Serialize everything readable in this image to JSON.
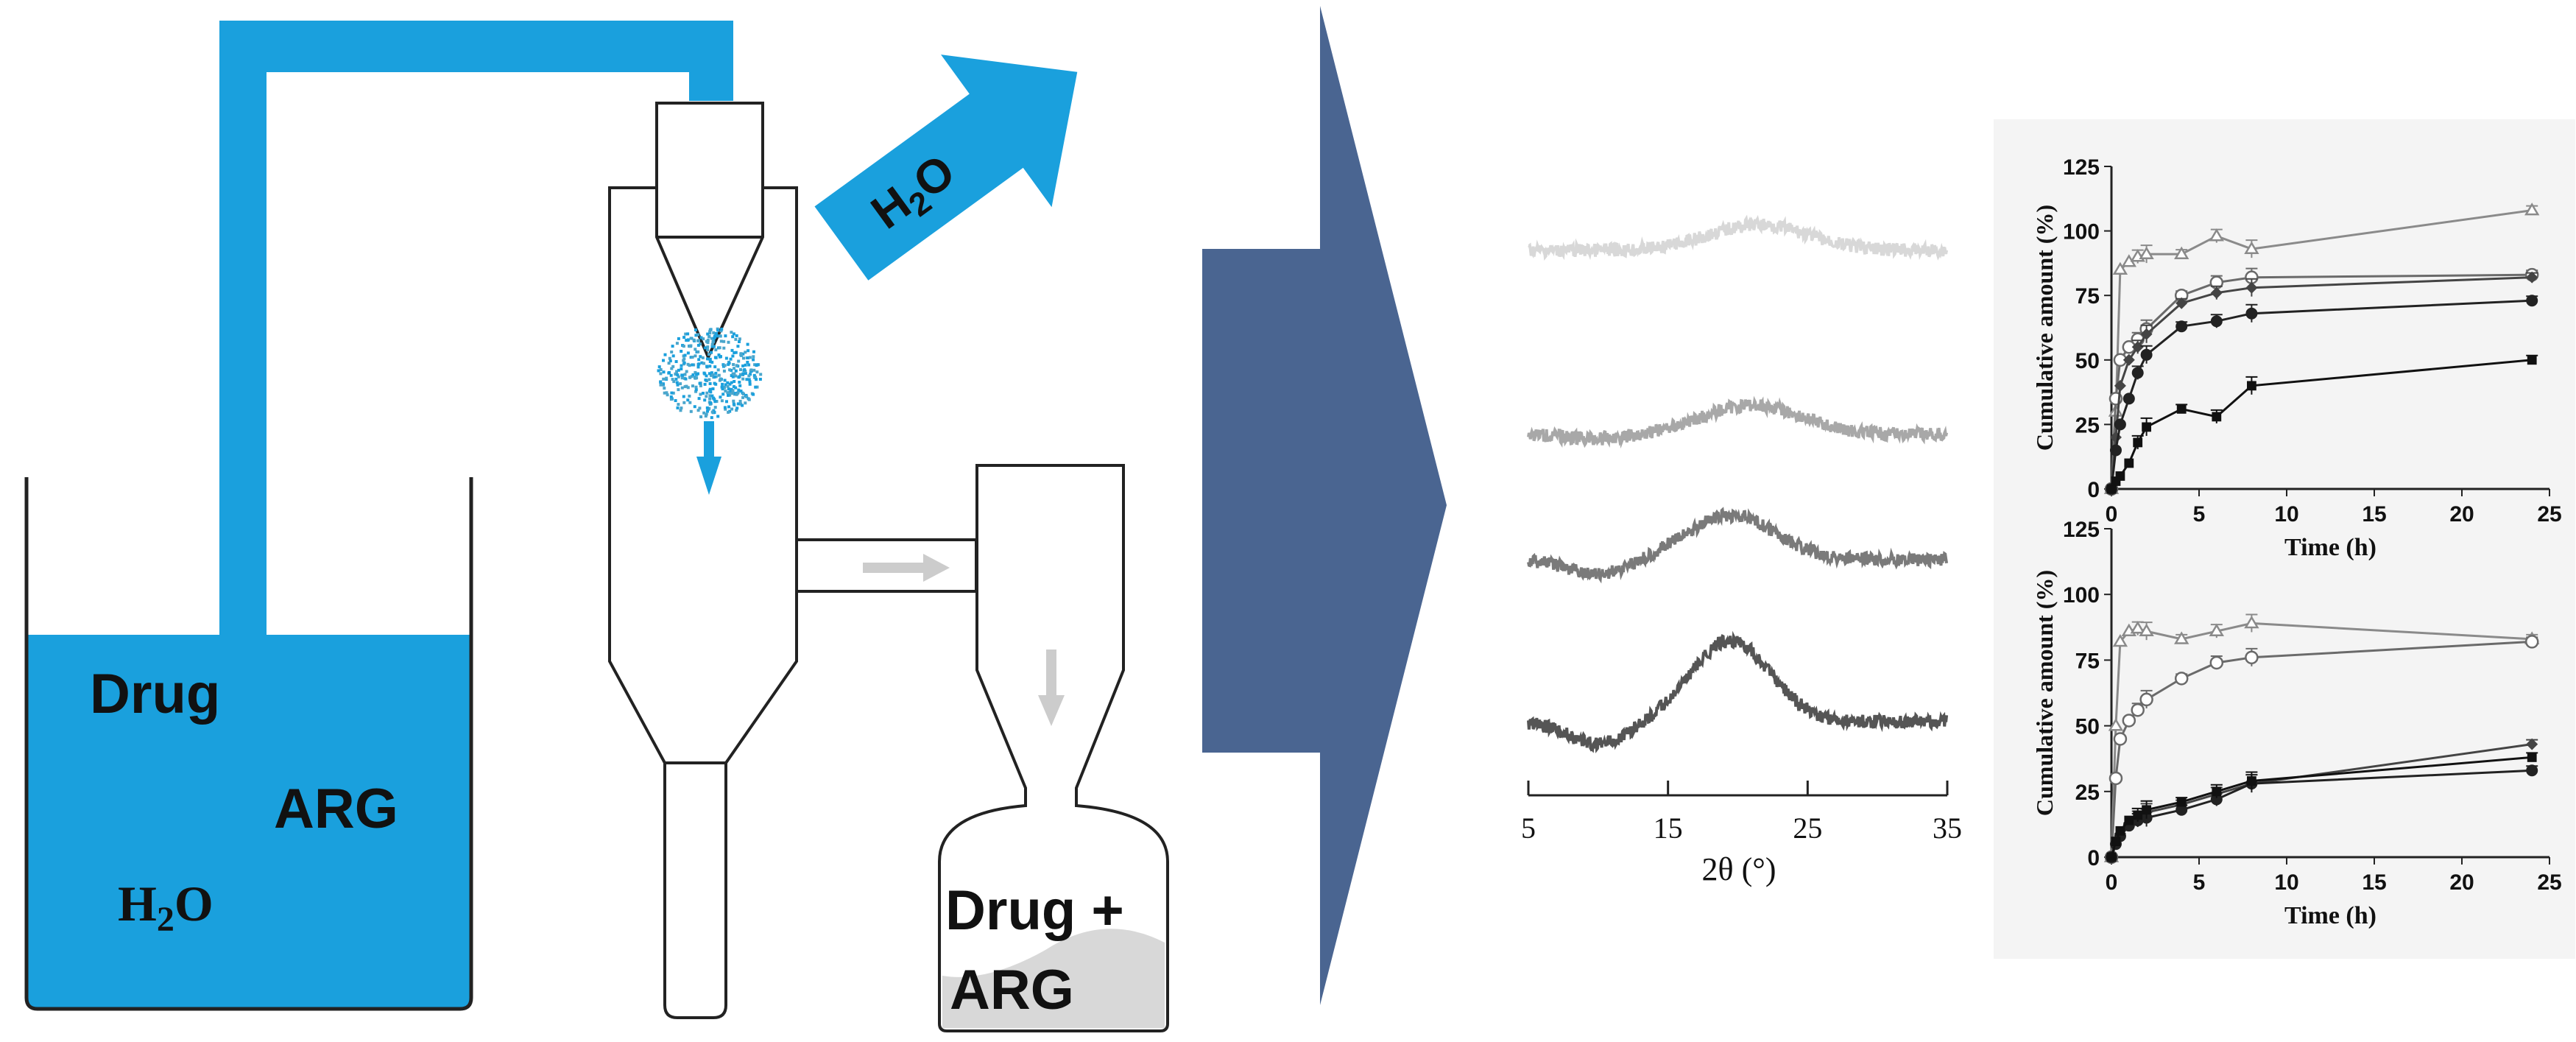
{
  "colors": {
    "water_blue": "#1aa0dd",
    "dark_blue": "#4a6591",
    "outline": "#222222",
    "light_gray": "#d8d8d8",
    "mid_gray": "#a8a8a8",
    "dark_gray": "#7a7a7a",
    "darkest_gray": "#555555",
    "black": "#111111"
  },
  "process": {
    "tank_labels": {
      "drug": "Drug",
      "arg": "ARG",
      "water_main": "H",
      "water_sub": "2",
      "water_end": "O"
    },
    "evaporation_arrow": {
      "main": "H",
      "sub": "2",
      "end": "O"
    },
    "collector_labels": {
      "line1": "Drug +",
      "line2": "ARG"
    }
  },
  "xrd": {
    "xlabel": "2θ (°)",
    "ticks": [
      5,
      15,
      25,
      35
    ],
    "xlim": [
      5,
      35
    ]
  },
  "chart_data": [
    {
      "type": "line",
      "xlabel": "Time (h)",
      "ylabel": "Cumulative amount (%)",
      "xlim": [
        0,
        25
      ],
      "ylim": [
        0,
        125
      ],
      "x_ticks": [
        0,
        5,
        10,
        15,
        20,
        25
      ],
      "y_ticks": [
        0,
        25,
        50,
        75,
        100,
        125
      ],
      "series": [
        {
          "marker": "triangle",
          "color": "#8a8a8a",
          "x": [
            0,
            0.25,
            0.5,
            1,
            1.5,
            2,
            4,
            6,
            8,
            24
          ],
          "y": [
            0,
            30,
            85,
            88,
            90,
            91,
            91,
            98,
            93,
            108
          ]
        },
        {
          "marker": "circle-open",
          "color": "#6a6a6a",
          "x": [
            0,
            0.25,
            0.5,
            1,
            1.5,
            2,
            4,
            6,
            8,
            24
          ],
          "y": [
            0,
            35,
            50,
            55,
            58,
            62,
            75,
            80,
            82,
            83
          ]
        },
        {
          "marker": "diamond",
          "color": "#444444",
          "x": [
            0,
            0.25,
            0.5,
            1,
            1.5,
            2,
            4,
            6,
            8,
            24
          ],
          "y": [
            0,
            20,
            40,
            50,
            55,
            60,
            72,
            76,
            78,
            82
          ]
        },
        {
          "marker": "circle",
          "color": "#222222",
          "x": [
            0,
            0.25,
            0.5,
            1,
            1.5,
            2,
            4,
            6,
            8,
            24
          ],
          "y": [
            0,
            15,
            25,
            35,
            45,
            52,
            63,
            65,
            68,
            73
          ]
        },
        {
          "marker": "square",
          "color": "#111111",
          "x": [
            0,
            0.25,
            0.5,
            1,
            1.5,
            2,
            4,
            6,
            8,
            24
          ],
          "y": [
            0,
            3,
            5,
            10,
            18,
            24,
            31,
            28,
            40,
            50
          ]
        }
      ]
    },
    {
      "type": "line",
      "xlabel": "Time (h)",
      "ylabel": "Cumulative amount (%)",
      "xlim": [
        0,
        25
      ],
      "ylim": [
        0,
        125
      ],
      "x_ticks": [
        0,
        5,
        10,
        15,
        20,
        25
      ],
      "y_ticks": [
        0,
        25,
        50,
        75,
        100,
        125
      ],
      "series": [
        {
          "marker": "triangle",
          "color": "#8a8a8a",
          "x": [
            0,
            0.25,
            0.5,
            1,
            1.5,
            2,
            4,
            6,
            8,
            24
          ],
          "y": [
            0,
            50,
            82,
            86,
            87,
            86,
            83,
            86,
            89,
            83
          ]
        },
        {
          "marker": "circle-open",
          "color": "#6a6a6a",
          "x": [
            0,
            0.25,
            0.5,
            1,
            1.5,
            2,
            4,
            6,
            8,
            24
          ],
          "y": [
            0,
            30,
            45,
            52,
            56,
            60,
            68,
            74,
            76,
            82
          ]
        },
        {
          "marker": "diamond",
          "color": "#444444",
          "x": [
            0,
            0.25,
            0.5,
            1,
            1.5,
            2,
            4,
            6,
            8,
            24
          ],
          "y": [
            0,
            5,
            9,
            13,
            15,
            17,
            20,
            24,
            28,
            43
          ]
        },
        {
          "marker": "circle",
          "color": "#222222",
          "x": [
            0,
            0.25,
            0.5,
            1,
            1.5,
            2,
            4,
            6,
            8,
            24
          ],
          "y": [
            0,
            5,
            8,
            12,
            14,
            15,
            18,
            22,
            28,
            33
          ]
        },
        {
          "marker": "square",
          "color": "#111111",
          "x": [
            0,
            0.25,
            0.5,
            1,
            1.5,
            2,
            4,
            6,
            8,
            24
          ],
          "y": [
            0,
            6,
            10,
            14,
            16,
            18,
            21,
            25,
            29,
            38
          ]
        }
      ]
    }
  ]
}
